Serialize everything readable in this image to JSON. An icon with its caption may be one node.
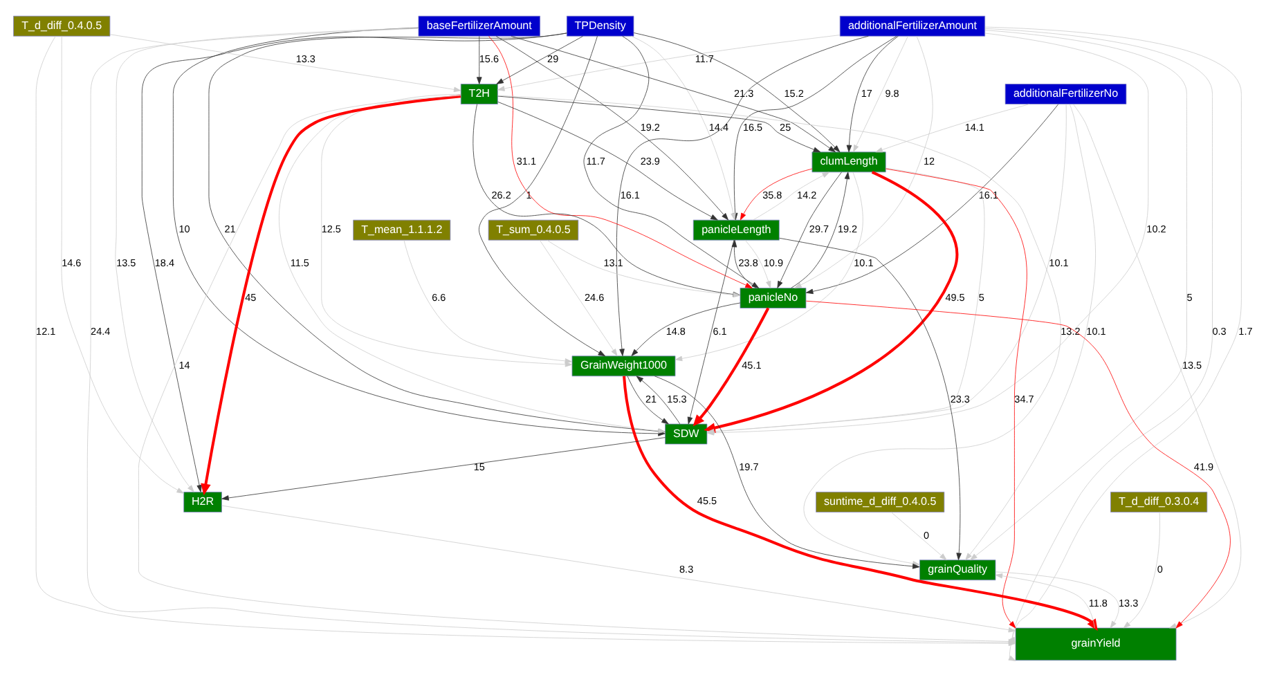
{
  "diagram": {
    "nodes": [
      {
        "text": [
          "additionalFertilizerAmount"
        ]
      },
      {
        "text": [
          "additionalFertilizerNo"
        ]
      },
      {
        "text": [
          "TPDensity"
        ]
      },
      {
        "text": [
          "baseFertilizerAmount"
        ]
      },
      {
        "text": [
          "T_d_diff_0.4.0.5"
        ]
      },
      {
        "text": [
          "T2H"
        ]
      },
      {
        "text": [
          "clumLength"
        ]
      },
      {
        "text": [
          "panicleLength"
        ]
      },
      {
        "text": [
          "T_sum_0.4.0.5"
        ]
      },
      {
        "text": [
          "panicleNo"
        ]
      },
      {
        "text": [
          "T_mean_1.1.1.2"
        ]
      },
      {
        "text": [
          "GrainWeight1000"
        ]
      },
      {
        "text": [
          "SDW"
        ]
      },
      {
        "text": [
          "suntime_d_diff_0.4.0.5"
        ]
      },
      {
        "text": [
          "H2R"
        ]
      },
      {
        "text": [
          "grainQuality"
        ]
      },
      {
        "text": [
          "T_d_diff_0.3.0.4"
        ]
      },
      {
        "text": [
          "grainYield"
        ]
      }
    ],
    "edges": [
      {
        "from": 2,
        "to": 5,
        "arrow": "to",
        "label": "29",
        "color": "#333333"
      },
      {
        "from": 3,
        "to": 5,
        "arrow": "to",
        "label": "15.6",
        "color": "#333333"
      },
      {
        "from": 4,
        "to": 5,
        "arrow": "to",
        "label": "13.3"
      },
      {
        "from": 0,
        "to": 5,
        "arrow": "to",
        "label": "11.7"
      },
      {
        "from": 2,
        "to": 6,
        "arrow": "to",
        "label": "15.2",
        "color": "#333333"
      },
      {
        "from": 3,
        "to": 6,
        "arrow": "to",
        "label": "21.3",
        "color": "#333333"
      },
      {
        "from": 5,
        "to": 6,
        "arrow": "to",
        "label": "25",
        "color": "#333333"
      },
      {
        "from": 0,
        "to": 6,
        "arrow": "to",
        "label": "17",
        "color": "#333333"
      },
      {
        "from": 0,
        "to": 6,
        "arrow": "to",
        "label": "9.8"
      },
      {
        "from": 1,
        "to": 6,
        "arrow": "to",
        "label": "14.1"
      },
      {
        "from": 0,
        "to": 7,
        "arrow": "to",
        "label": "16.5",
        "color": "#333333"
      },
      {
        "from": 5,
        "to": 7,
        "arrow": "to",
        "label": "23.9",
        "color": "#333333"
      },
      {
        "from": 3,
        "to": 7,
        "arrow": "to",
        "label": "19.2",
        "color": "#333333"
      },
      {
        "from": 6,
        "to": 7,
        "arrow": "to",
        "label": "35.8",
        "color": "#ff0000"
      },
      {
        "from": 7,
        "to": 6,
        "arrow": "to",
        "label": "14.2"
      },
      {
        "from": 2,
        "to": 7,
        "arrow": "to",
        "label": "14.4"
      },
      {
        "from": 9,
        "to": 7,
        "arrow": "to",
        "label": "23.8",
        "color": "#333333"
      },
      {
        "from": 7,
        "to": 9,
        "arrow": "to",
        "label": "10.9"
      },
      {
        "from": 5,
        "to": 9,
        "arrow": "to",
        "label": "26.2",
        "color": "#333333"
      },
      {
        "from": 2,
        "to": 9,
        "arrow": "to",
        "label": "11.7",
        "color": "#333333"
      },
      {
        "from": 1,
        "to": 9,
        "arrow": "to",
        "label": "16.1",
        "color": "#333333"
      },
      {
        "from": 0,
        "to": 11,
        "arrow": "to",
        "label": "16.1",
        "color": "#333333"
      },
      {
        "from": 0,
        "to": 9,
        "arrow": "to",
        "label": "12"
      },
      {
        "from": 8,
        "to": 9,
        "arrow": "to",
        "label": "13.1"
      },
      {
        "from": 9,
        "to": 6,
        "arrow": "to",
        "label": "19.2",
        "color": "#333333"
      },
      {
        "from": 6,
        "to": 9,
        "arrow": "to",
        "label": "29.7",
        "color": "#333333"
      },
      {
        "from": 6,
        "to": 12,
        "arrow": "to",
        "label": "49.5",
        "color": "#ff0000",
        "style": "thick"
      },
      {
        "from": 6,
        "to": 17,
        "arrow": "to",
        "label": "34.7",
        "color": "#ff0000"
      },
      {
        "from": 9,
        "to": 17,
        "arrow": "to",
        "label": "41.9",
        "color": "#ff0000"
      },
      {
        "from": 9,
        "to": 12,
        "arrow": "to",
        "label": "45.1",
        "color": "#ff0000",
        "style": "thick"
      },
      {
        "from": 11,
        "to": 17,
        "arrow": "to",
        "label": "45.5",
        "color": "#ff0000",
        "style": "thick"
      },
      {
        "from": 5,
        "to": 14,
        "arrow": "to",
        "label": "45",
        "color": "#ff0000",
        "style": "thick"
      },
      {
        "from": 3,
        "to": 9,
        "arrow": "to",
        "label": "31.1",
        "color": "#ff0000"
      },
      {
        "from": 9,
        "to": 11,
        "arrow": "to",
        "label": "14.8",
        "color": "#333333"
      },
      {
        "from": 10,
        "to": 11,
        "arrow": "to",
        "label": "6.6"
      },
      {
        "from": 8,
        "to": 11,
        "arrow": "to",
        "label": "24.6"
      },
      {
        "from": 11,
        "to": 12,
        "arrow": "to",
        "label": "21",
        "color": "#333333"
      },
      {
        "from": 12,
        "to": 11,
        "arrow": "to",
        "label": "15.3",
        "color": "#333333"
      },
      {
        "from": 12,
        "to": 14,
        "arrow": "to",
        "label": "15",
        "color": "#333333"
      },
      {
        "from": 11,
        "to": 15,
        "arrow": "to",
        "label": "19.7",
        "color": "#333333"
      },
      {
        "from": 7,
        "to": 15,
        "arrow": "to",
        "label": "23.3",
        "color": "#333333"
      },
      {
        "from": 7,
        "to": 12,
        "arrow": "to",
        "label": "6.1",
        "color": "#333333"
      },
      {
        "from": 13,
        "to": 15,
        "arrow": "to",
        "label": "0"
      },
      {
        "from": 15,
        "to": 17,
        "arrow": "to",
        "label": "13.3"
      },
      {
        "from": 17,
        "to": 15,
        "arrow": "to",
        "label": "11.8"
      },
      {
        "from": 16,
        "to": 17,
        "arrow": "to",
        "label": "0"
      },
      {
        "from": 2,
        "to": 14,
        "arrow": "to",
        "label": "18.4",
        "color": "#333333"
      },
      {
        "from": 4,
        "to": 14,
        "arrow": "to",
        "label": "14.6"
      },
      {
        "from": 4,
        "to": 17,
        "arrow": "to",
        "label": "12.1"
      },
      {
        "from": 0,
        "to": 17,
        "arrow": "to",
        "label": "0.3"
      },
      {
        "from": 0,
        "to": 17,
        "arrow": "to",
        "label": "1.7"
      },
      {
        "from": 1,
        "to": 17,
        "arrow": "to",
        "label": "13.5"
      },
      {
        "from": 1,
        "to": 15,
        "arrow": "to",
        "label": "10.1"
      },
      {
        "from": 1,
        "to": 12,
        "arrow": "to",
        "label": "10.1"
      },
      {
        "from": 0,
        "to": 15,
        "arrow": "to",
        "label": "5"
      },
      {
        "from": 0,
        "to": 12,
        "arrow": "to",
        "label": "10.2"
      },
      {
        "from": 6,
        "to": 11,
        "arrow": "to",
        "label": "10.1"
      },
      {
        "from": 6,
        "to": 12,
        "arrow": "to",
        "label": "5"
      },
      {
        "from": 5,
        "to": 11,
        "arrow": "to",
        "label": "12.5"
      },
      {
        "from": 5,
        "to": 12,
        "arrow": "to",
        "label": "11.5"
      },
      {
        "from": 2,
        "to": 11,
        "arrow": "to",
        "label": "1",
        "color": "#333333"
      },
      {
        "from": 2,
        "to": 12,
        "arrow": "to",
        "label": "21",
        "color": "#333333"
      },
      {
        "from": 5,
        "to": 17,
        "arrow": "to",
        "label": "14"
      },
      {
        "from": 5,
        "to": 15,
        "arrow": "to",
        "label": "13.2"
      },
      {
        "from": 14,
        "to": 17,
        "arrow": "to",
        "label": "8.3"
      },
      {
        "from": 3,
        "to": 12,
        "arrow": "to",
        "label": "10",
        "color": "#333333"
      },
      {
        "from": 3,
        "to": 17,
        "arrow": "to",
        "label": "24.4"
      },
      {
        "from": 3,
        "to": 14,
        "arrow": "to",
        "label": "13.5"
      }
    ]
  }
}
